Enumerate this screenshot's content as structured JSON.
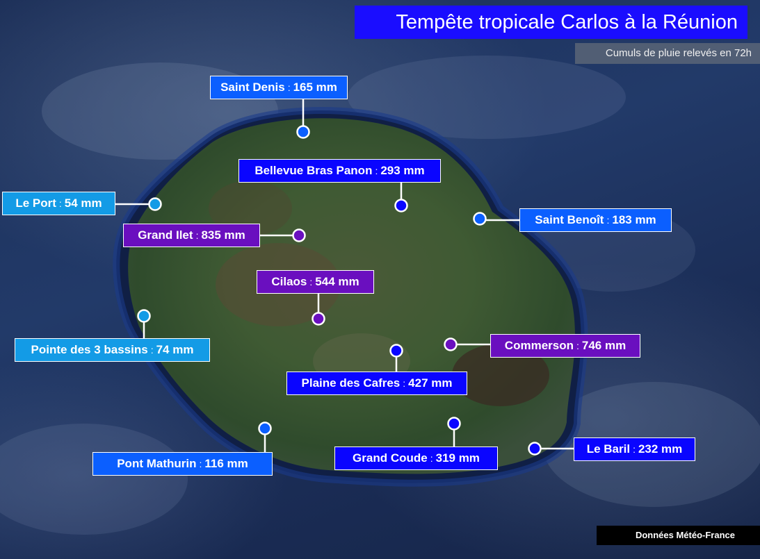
{
  "title": "Tempête tropicale Carlos à la Réunion",
  "subtitle": "Cumuls de pluie relevés en 72h",
  "credit": "Données Météo-France",
  "colors": {
    "blue": "#0a05ff",
    "royal": "#0b5fff",
    "cyan": "#139be6",
    "purple": "#6a0fbf"
  },
  "stations": [
    {
      "name": "Saint Denis",
      "value": "165 mm",
      "color": "royal"
    },
    {
      "name": "Bellevue Bras Panon",
      "value": "293 mm",
      "color": "blue"
    },
    {
      "name": "Le Port",
      "value": "54 mm",
      "color": "cyan"
    },
    {
      "name": "Saint Benoît",
      "value": "183 mm",
      "color": "royal"
    },
    {
      "name": "Grand Ilet",
      "value": "835 mm",
      "color": "purple"
    },
    {
      "name": "Cilaos",
      "value": "544 mm",
      "color": "purple"
    },
    {
      "name": "Pointe des 3 bassins",
      "value": "74 mm",
      "color": "cyan"
    },
    {
      "name": "Commerson",
      "value": "746 mm",
      "color": "purple"
    },
    {
      "name": "Plaine des Cafres",
      "value": "427 mm",
      "color": "blue"
    },
    {
      "name": "Grand Coude",
      "value": "319 mm",
      "color": "blue"
    },
    {
      "name": "Pont Mathurin",
      "value": "116 mm",
      "color": "royal"
    },
    {
      "name": "Le Baril",
      "value": "232 mm",
      "color": "blue"
    }
  ]
}
